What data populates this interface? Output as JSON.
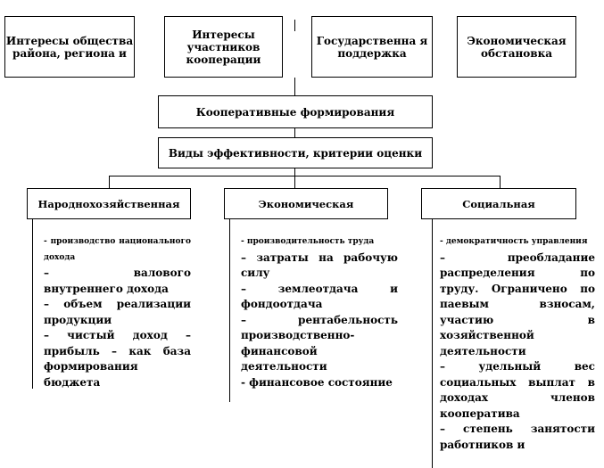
{
  "top_factors": [
    {
      "text": "Интересы общества района, региона и"
    },
    {
      "text": "Интересы участников кооперации"
    },
    {
      "text": "Государственна я поддержка"
    },
    {
      "text": "Экономическая обстановка"
    }
  ],
  "center_box": "Кооперативные формирования",
  "criteria_box": "Виды эффективности, критерии оценки",
  "types": [
    {
      "title": "Народнохозяйственная"
    },
    {
      "title": "Экономическая"
    },
    {
      "title": "Социальная"
    }
  ],
  "lists": {
    "national": [
      "- производство национального дохода",
      "– валового внутреннего дохода",
      "– объем реализации продукции",
      "– чистый доход – прибыль – как база формирования",
      "бюджета"
    ],
    "economic": [
      "- производительность труда",
      "– затраты на рабочую силу",
      "– землеотдача и фондоотдача",
      "– рентабельность производственно-финансовой деятельности",
      "- финансовое состояние"
    ],
    "social": [
      "- демократичность управления",
      "– преобладание распределения по труду. Ограничено по паевым взносам, участию в хозяйственной деятельности",
      "– удельный вес социальных выплат в доходах членов кооператива",
      "– степень занятости работников и"
    ]
  }
}
